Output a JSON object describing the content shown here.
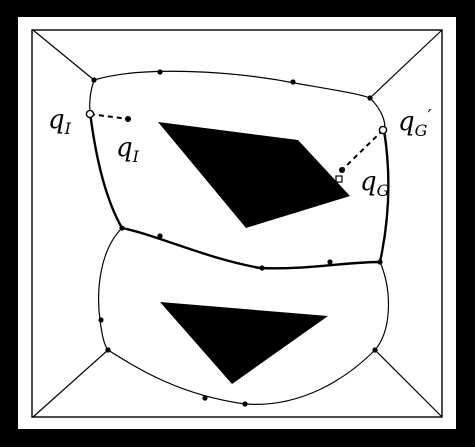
{
  "labels": {
    "qI_outer": {
      "base": "q",
      "sub": "I",
      "sup": ""
    },
    "qI_inner": {
      "base": "q",
      "sub": "I",
      "sup": ""
    },
    "qG_prime": {
      "base": "q",
      "sub": "G",
      "sup": "′"
    },
    "qG": {
      "base": "q",
      "sub": "G",
      "sup": ""
    }
  },
  "colors": {
    "frame": "#000000",
    "background": "#ffffff",
    "obstacle": "#000000",
    "line": "#000000"
  }
}
